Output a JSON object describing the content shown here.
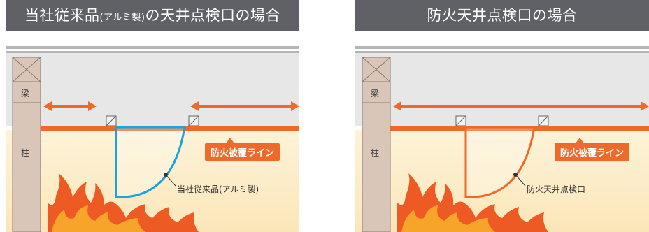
{
  "left": {
    "title_main_a": "当社従来品",
    "title_small": "(アルミ製)",
    "title_main_b": "の天井点検口の場合",
    "beam_label": "梁",
    "column_label": "柱",
    "fire_line_label": "防火被覆ライン",
    "callout_label": "当社従来品(アルミ製)",
    "door_color": "#1aa3dd"
  },
  "right": {
    "title": "防火天井点検口の場合",
    "beam_label": "梁",
    "column_label": "柱",
    "fire_line_label": "防火被覆ライン",
    "callout_label": "防火天井点検口",
    "door_color": "#ee6a2b"
  },
  "colors": {
    "title_bg": "#5f6166",
    "ceiling_fill": "#e7e7e7",
    "room_fill": "#fdf3d9",
    "fire_line": "#ee6a2b",
    "column": "#d9c6b8",
    "arrow": "#ee6a2b"
  }
}
